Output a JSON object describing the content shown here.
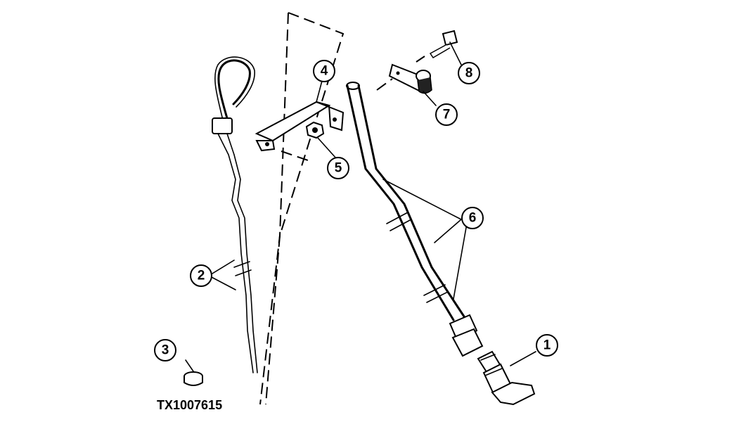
{
  "figure_id": "TX1007615",
  "callouts": [
    "1",
    "2",
    "3",
    "4",
    "5",
    "6",
    "7",
    "8"
  ]
}
